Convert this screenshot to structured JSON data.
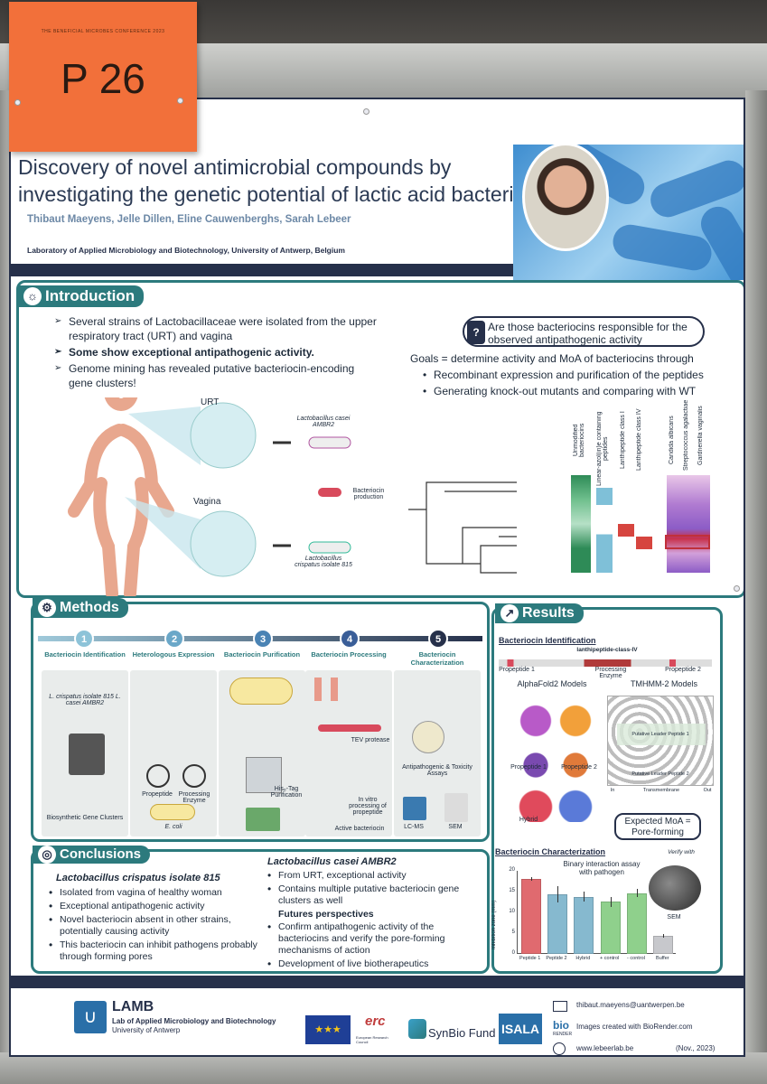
{
  "sticky": {
    "conference": "THE BENEFICIAL MICROBES CONFERENCE 2023",
    "poster_number": "P 26"
  },
  "header": {
    "title_line1": "Discovery of novel antimicrobial compounds by",
    "title_line2": "investigating the genetic potential of lactic acid bacteria",
    "authors": "Thibaut Maeyens, Jelle Dillen, Eline Cauwenberghs, Sarah Lebeer",
    "lab": "Laboratory of Applied Microbiology and Biotechnology, University of Antwerp, Belgium"
  },
  "introduction": {
    "heading": "Introduction",
    "bullets": [
      "Several strains of Lactobacillaceae were isolated from the upper respiratory tract (URT) and vagina",
      "Some show exceptional antipathogenic activity.",
      "Genome mining has revealed putative bacteriocin-encoding gene clusters!"
    ],
    "question": "Are those bacteriocins responsible for the observed antipathogenic activity",
    "goals": "Goals = determine activity and MoA of bacteriocins through",
    "goal_items": [
      "Recombinant expression and purification of the peptides",
      "Generating knock-out mutants and comparing with WT"
    ],
    "labels": {
      "urt": "URT",
      "vagina": "Vagina",
      "strain1": "Lactobacillus casei AMBR2",
      "strain2": "Lactobacillus crispatus isolate 815",
      "production": "Bacteriocin production"
    },
    "heatmap_columns": [
      "Unmodified bacteriocins",
      "Linear-azol(in)e containing peptides",
      "Lanthipeptide class I",
      "Lanthipeptide class IV",
      "Candida albicans",
      "Streptococcus agalactiae",
      "Gardnerella vaginalis"
    ]
  },
  "methods": {
    "heading": "Methods",
    "steps": [
      {
        "num": "1",
        "title": "Bacteriocin Identification"
      },
      {
        "num": "2",
        "title": "Heterologous Expression"
      },
      {
        "num": "3",
        "title": "Bacteriocin Purification"
      },
      {
        "num": "4",
        "title": "Bacteriocin Processing"
      },
      {
        "num": "5",
        "title": "Bacteriocin Characterization"
      }
    ],
    "labels": {
      "strains": "L. crispatus isolate 815 L. casei AMBR2",
      "gene_clusters": "Biosynthetic Gene Clusters",
      "propeptide": "Propeptide",
      "processing_enzyme": "Processing Enzyme",
      "ecoli": "E. coli",
      "purification": "His₆-Tag Purification",
      "tev": "TEV protease",
      "in_vitro": "In vitro processing of propeptide",
      "active": "Active bacteriocin",
      "assays": "Antipathogenic & Toxicity Assays",
      "lcms": "LC-MS",
      "sem": "SEM"
    }
  },
  "results": {
    "heading": "Results",
    "identification_title": "Bacteriocin Identification",
    "cluster_label": "lanthipeptide-class-IV",
    "gene_labels": [
      "Propeptide 1",
      "Processing Enzyme",
      "Propeptide 2"
    ],
    "model_titles": [
      "AlphaFold2 Models",
      "TMHMM-2 Models"
    ],
    "model_labels": [
      "Propeptide 1",
      "Propeptide 2",
      "Hybrid"
    ],
    "tm_labels": [
      "Putative Leader Peptide 1",
      "Putative Leader Peptide 2",
      "Transmembrane",
      "In",
      "Out"
    ],
    "moa": "Expected MoA = Pore-forming",
    "characterization_title": "Bacteriocin Characterization",
    "assay_label": "Binary interaction assay with pathogen",
    "verify_label": "Verify with",
    "sem_label": "SEM"
  },
  "chart_data": {
    "type": "bar",
    "title": "",
    "xlabel": "",
    "ylabel": "Inhibition zone (mm)",
    "categories": [
      "Peptide 1",
      "Peptide 2",
      "Hybrid",
      "+ control",
      "- control",
      "Buffer"
    ],
    "values": [
      18.0,
      14.3,
      13.8,
      12.6,
      14.6,
      4.4
    ],
    "errors": [
      0.4,
      2.0,
      1.2,
      1.2,
      1.0,
      0.4
    ],
    "colors": [
      "#e06a6f",
      "#86b9cf",
      "#86b9cf",
      "#8fd08c",
      "#8fd08c",
      "#c7c8cc"
    ],
    "ylim": [
      0,
      20
    ],
    "yticks": [
      0,
      5,
      10,
      15,
      20
    ]
  },
  "conclusions": {
    "heading": "Conclusions",
    "crispatus_title": "Lactobacillus crispatus isolate 815",
    "crispatus_items": [
      "Isolated from vagina of healthy woman",
      "Exceptional antipathogenic activity",
      "Novel bacteriocin absent in other strains, potentially causing activity",
      "This bacteriocin can inhibit pathogens probably through forming pores"
    ],
    "casei_title": "Lactobacillus casei AMBR2",
    "casei_items": [
      "From URT, exceptional activity",
      "Contains multiple putative bacteriocin gene clusters as well"
    ],
    "future_title": "Futures perspectives",
    "future_items": [
      "Confirm antipathogenic activity of the bacteriocins and verify the pore-forming mechanisms of action",
      "Development of live biotherapeutics"
    ]
  },
  "footer": {
    "lamb": "LAMB",
    "lamb_full": "Lab of Applied Microbiology and Biotechnology",
    "university": "University of Antwerp",
    "erc": "erc",
    "erc_sub": "European Research Council",
    "synbio": "SynBio Fund",
    "isala": "ISALA",
    "email": "thibaut.maeyens@uantwerpen.be",
    "biorender": "Images created with BioRender.com",
    "bio": "bio",
    "render": "RENDER",
    "website": "www.lebeerlab.be",
    "date": "(Nov., 2023)"
  },
  "colors": {
    "navy": "#26304a",
    "teal": "#2c7a7d",
    "accent": "#f2703a"
  }
}
